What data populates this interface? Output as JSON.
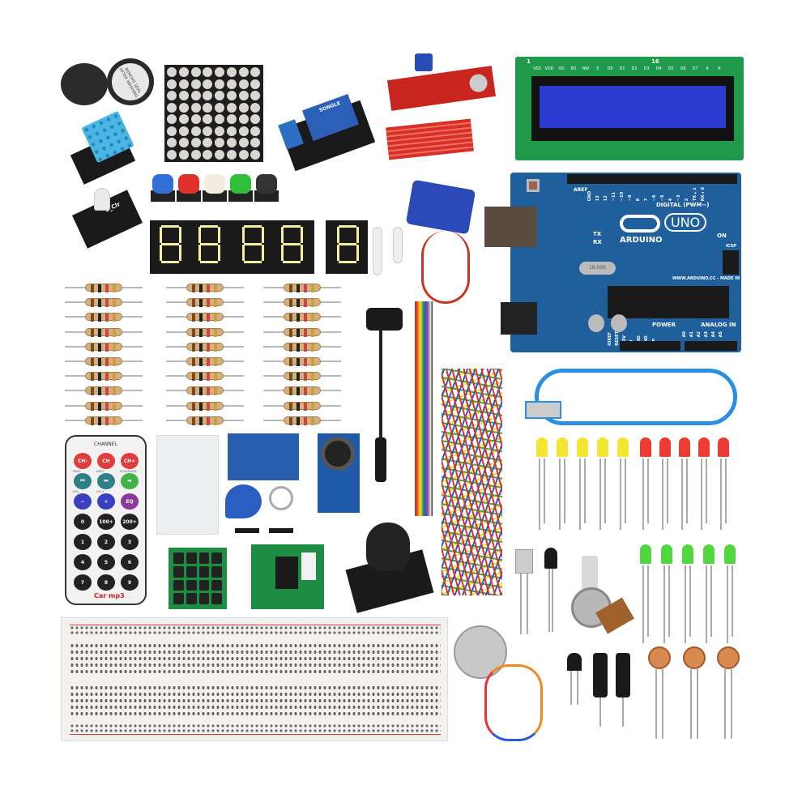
{
  "arduino": {
    "logo": "UNO",
    "brand": "ARDUINO",
    "digital_label": "DIGITAL (PWM~)",
    "power_label": "POWER",
    "analog_label": "ANALOG IN",
    "website": "WWW.ARDUINO.CC - MADE IN ITALY",
    "on_label": "ON",
    "tx_label": "TX",
    "rx_label": "RX",
    "icsp_label": "ICSP",
    "aref_label": "AREF",
    "digital_pins": [
      "GND",
      "13",
      "12",
      "~11",
      "~10",
      "~9",
      "8",
      "7",
      "~6",
      "~5",
      "4",
      "~3",
      "2",
      "TX▸1",
      "RX◂0"
    ],
    "power_pins": [
      "IOREF",
      "RESET",
      "3.3V",
      "5V",
      "GND",
      "GND",
      "Vin"
    ],
    "analog_pins": [
      "A0",
      "A1",
      "A2",
      "A3",
      "A4",
      "A5"
    ],
    "crystal": "16.000",
    "colors": {
      "board": "#1f5f9c"
    }
  },
  "lcd": {
    "pin_labels": [
      "VSS",
      "VDD",
      "VO",
      "RS",
      "RW",
      "E",
      "D0",
      "D1",
      "D2",
      "D3",
      "D4",
      "D5",
      "D6",
      "D7",
      "A",
      "K"
    ],
    "pin_first": "1",
    "pin_last": "16",
    "colors": {
      "pcb": "#1f9a4a",
      "screen": "#2a3bd0"
    }
  },
  "buzzer": {
    "sticker": "REMOVE SEAL AFTER WASHING"
  },
  "rgb_module": {
    "label": "3_Clr"
  },
  "relay": {
    "label": "SONGLE"
  },
  "remote": {
    "header": "CHANNEL",
    "rows": [
      [
        {
          "label": "CH-",
          "color": "#e23b3b"
        },
        {
          "label": "CH",
          "color": "#e23b3b"
        },
        {
          "label": "CH+",
          "color": "#e23b3b"
        }
      ],
      [
        {
          "label": "⏮",
          "color": "#2f7f86"
        },
        {
          "label": "⏭",
          "color": "#2f7f86"
        },
        {
          "label": "⏯",
          "color": "#3fb24a"
        }
      ],
      [
        {
          "label": "−",
          "color": "#3a3fc0"
        },
        {
          "label": "+",
          "color": "#3a3fc0"
        },
        {
          "label": "EQ",
          "color": "#8b3a9a"
        }
      ],
      [
        {
          "label": "0",
          "color": "#222"
        },
        {
          "label": "100+",
          "color": "#222"
        },
        {
          "label": "200+",
          "color": "#222"
        }
      ],
      [
        {
          "label": "1",
          "color": "#222"
        },
        {
          "label": "2",
          "color": "#222"
        },
        {
          "label": "3",
          "color": "#222"
        }
      ],
      [
        {
          "label": "4",
          "color": "#222"
        },
        {
          "label": "5",
          "color": "#222"
        },
        {
          "label": "6",
          "color": "#222"
        }
      ],
      [
        {
          "label": "7",
          "color": "#222"
        },
        {
          "label": "8",
          "color": "#222"
        },
        {
          "label": "9",
          "color": "#222"
        }
      ]
    ],
    "sub_labels": [
      "PREV",
      "NEXT",
      "PLAY/PAUSE",
      "VOL-",
      "VOL+"
    ],
    "brand": "Car mp3"
  },
  "buttons": {
    "colors": [
      "#2f6fd6",
      "#e0302c",
      "#f2ede0",
      "#2fbf3a",
      "#333333"
    ]
  },
  "leds": {
    "yellow": {
      "count": 5,
      "color": "#f2e21a"
    },
    "red": {
      "count": 5,
      "color": "#e8261e"
    },
    "green": {
      "count": 5,
      "color": "#3fd12e"
    }
  },
  "resistors": {
    "columns": 3,
    "rows": 10
  }
}
